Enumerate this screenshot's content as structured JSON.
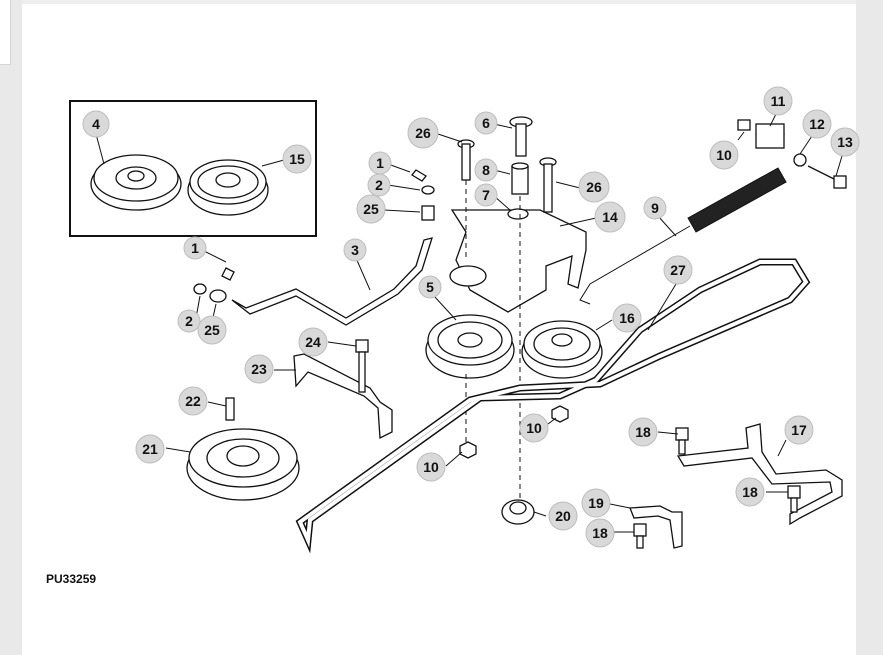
{
  "figure_code": "PU33259",
  "callouts": [
    {
      "id": "c4",
      "label": "4"
    },
    {
      "id": "c15",
      "label": "15"
    },
    {
      "id": "c1a",
      "label": "1"
    },
    {
      "id": "c2a",
      "label": "2"
    },
    {
      "id": "c25a",
      "label": "25"
    },
    {
      "id": "c3",
      "label": "3"
    },
    {
      "id": "c1b",
      "label": "1"
    },
    {
      "id": "c2b",
      "label": "2"
    },
    {
      "id": "c25b",
      "label": "25"
    },
    {
      "id": "c26a",
      "label": "26"
    },
    {
      "id": "c6",
      "label": "6"
    },
    {
      "id": "c8",
      "label": "8"
    },
    {
      "id": "c7",
      "label": "7"
    },
    {
      "id": "c26b",
      "label": "26"
    },
    {
      "id": "c14",
      "label": "14"
    },
    {
      "id": "c9",
      "label": "9"
    },
    {
      "id": "c11",
      "label": "11"
    },
    {
      "id": "c10a",
      "label": "10"
    },
    {
      "id": "c12",
      "label": "12"
    },
    {
      "id": "c13",
      "label": "13"
    },
    {
      "id": "c27",
      "label": "27"
    },
    {
      "id": "c5",
      "label": "5"
    },
    {
      "id": "c16",
      "label": "16"
    },
    {
      "id": "c24",
      "label": "24"
    },
    {
      "id": "c23",
      "label": "23"
    },
    {
      "id": "c22",
      "label": "22"
    },
    {
      "id": "c21",
      "label": "21"
    },
    {
      "id": "c10b",
      "label": "10"
    },
    {
      "id": "c10c",
      "label": "10"
    },
    {
      "id": "c18a",
      "label": "18"
    },
    {
      "id": "c17",
      "label": "17"
    },
    {
      "id": "c18b",
      "label": "18"
    },
    {
      "id": "c19",
      "label": "19"
    },
    {
      "id": "c18c",
      "label": "18"
    },
    {
      "id": "c20",
      "label": "20"
    }
  ]
}
